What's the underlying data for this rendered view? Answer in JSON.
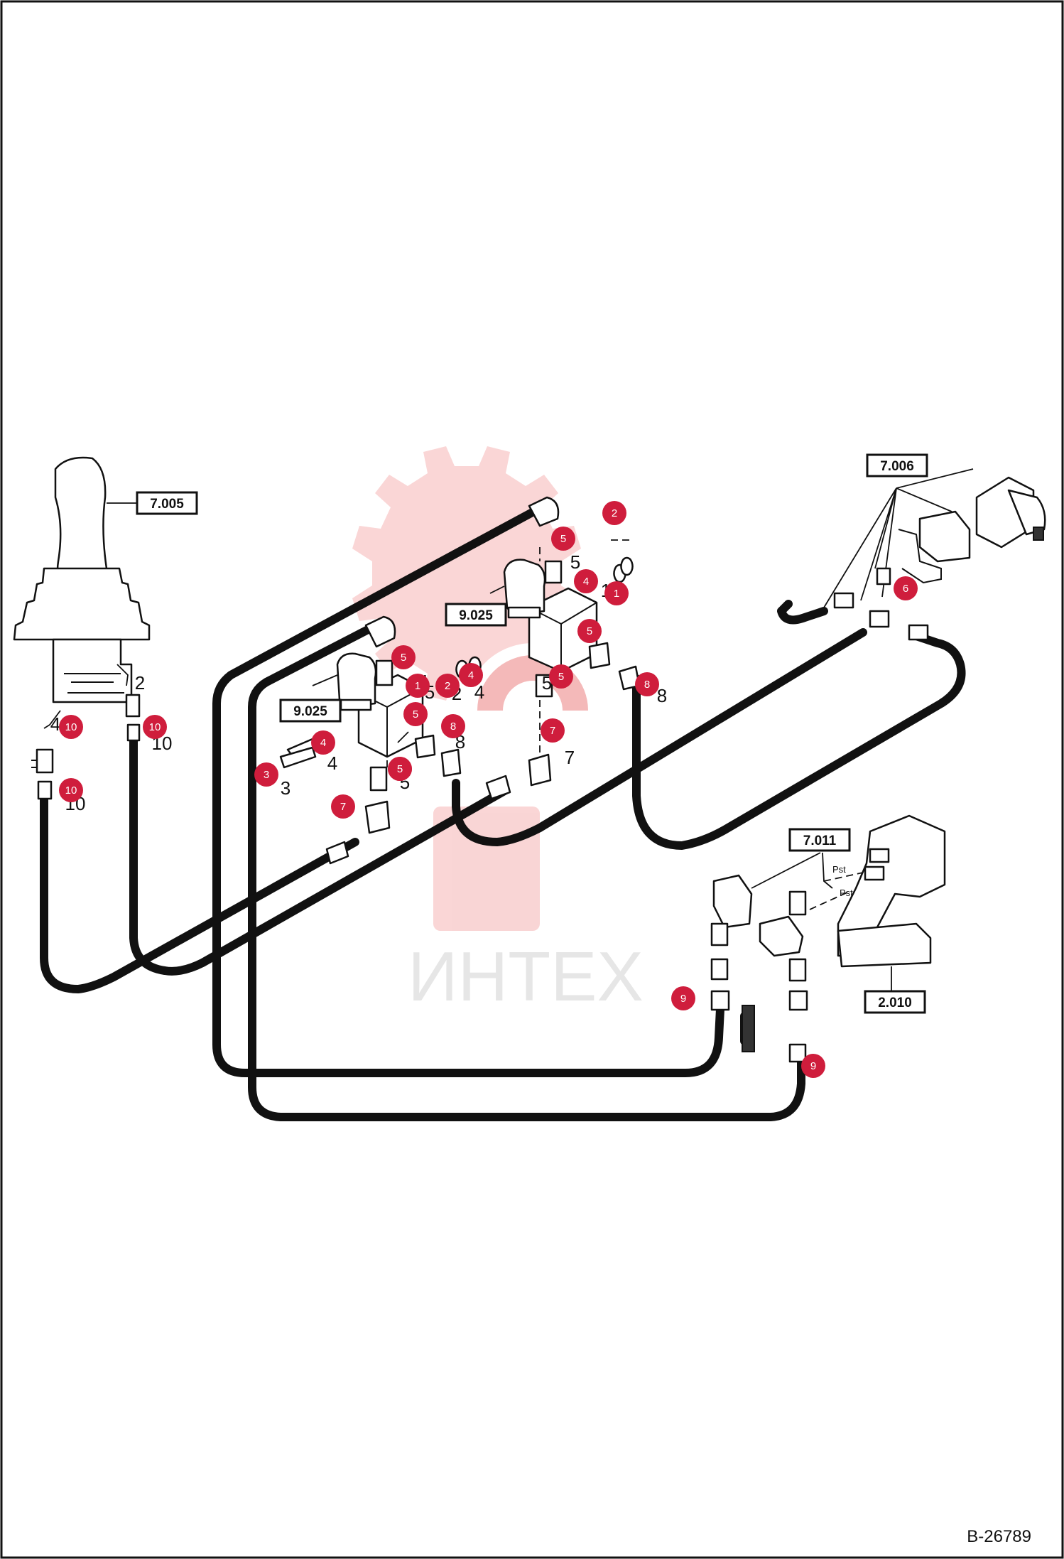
{
  "document_id": "B-26789",
  "watermark": "ИНТЕХ",
  "port_labels": [
    "Pst",
    "Pst"
  ],
  "reference_boxes": [
    {
      "id": "ref-7005",
      "label": "7.005"
    },
    {
      "id": "ref-7006",
      "label": "7.006"
    },
    {
      "id": "ref-9025a",
      "label": "9.025"
    },
    {
      "id": "ref-9025b",
      "label": "9.025"
    },
    {
      "id": "ref-7011",
      "label": "7.011"
    },
    {
      "id": "ref-2010",
      "label": "2.010"
    }
  ],
  "callout_badges": [
    "10",
    "10",
    "10",
    "5",
    "1",
    "2",
    "4",
    "5",
    "5",
    "8",
    "4",
    "3",
    "5",
    "7",
    "5",
    "4",
    "1",
    "2",
    "5",
    "5",
    "7",
    "8",
    "6",
    "9",
    "9"
  ],
  "part_numbers": [
    "2",
    "4",
    "10",
    "10",
    "1",
    "5",
    "2",
    "4",
    "5",
    "3",
    "4",
    "5",
    "8",
    "5",
    "1",
    "2",
    "4",
    "6",
    "5",
    "5",
    "7",
    "8",
    "9",
    "9"
  ],
  "colors": {
    "badge": "#cf1d3c",
    "watermark": "#f4b9b9",
    "line": "#111111"
  }
}
